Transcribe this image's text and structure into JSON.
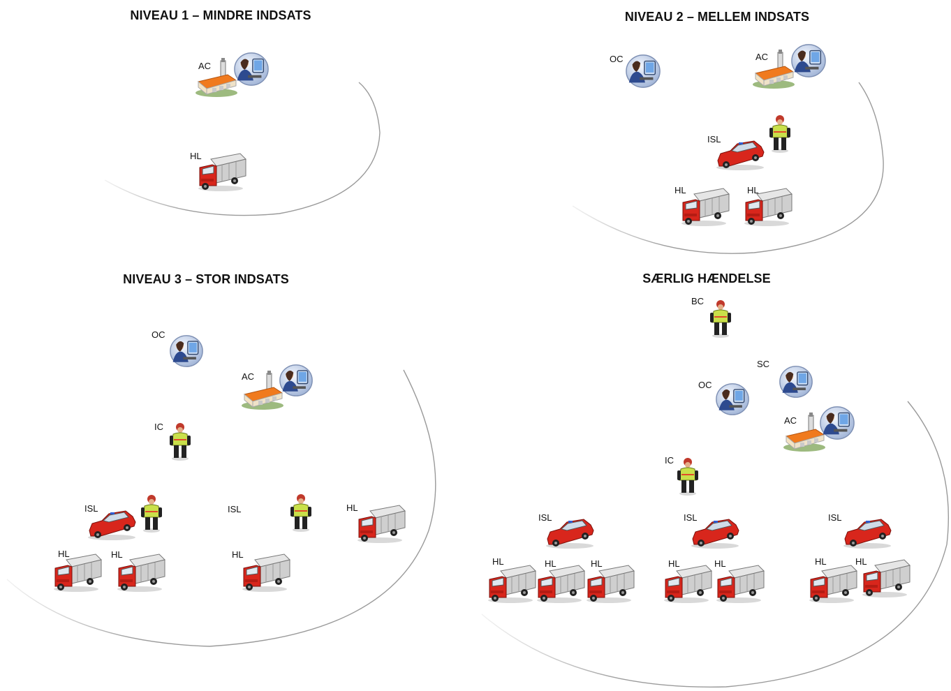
{
  "panels": {
    "level1": {
      "title": "NIVEAU 1 – MINDRE INDSATS"
    },
    "level2": {
      "title": "NIVEAU 2 – MELLEM INDSATS"
    },
    "level3": {
      "title": "NIVEAU 3 – STOR INDSATS"
    },
    "special": {
      "title": "SÆRLIG HÆNDELSE"
    }
  },
  "labels": {
    "ac": "AC",
    "oc": "OC",
    "sc": "SC",
    "bc": "BC",
    "ic": "IC",
    "isl": "ISL",
    "hl": "HL"
  },
  "icon_types": [
    "operator-workstation-icon",
    "fire-station-icon",
    "fire-truck-icon",
    "command-car-icon",
    "firefighter-icon"
  ],
  "colors": {
    "truck_red": "#d8261c",
    "station_roof": "#f07a1e",
    "vest": "#c9e04a",
    "ellipse": "#9a9a9a"
  }
}
